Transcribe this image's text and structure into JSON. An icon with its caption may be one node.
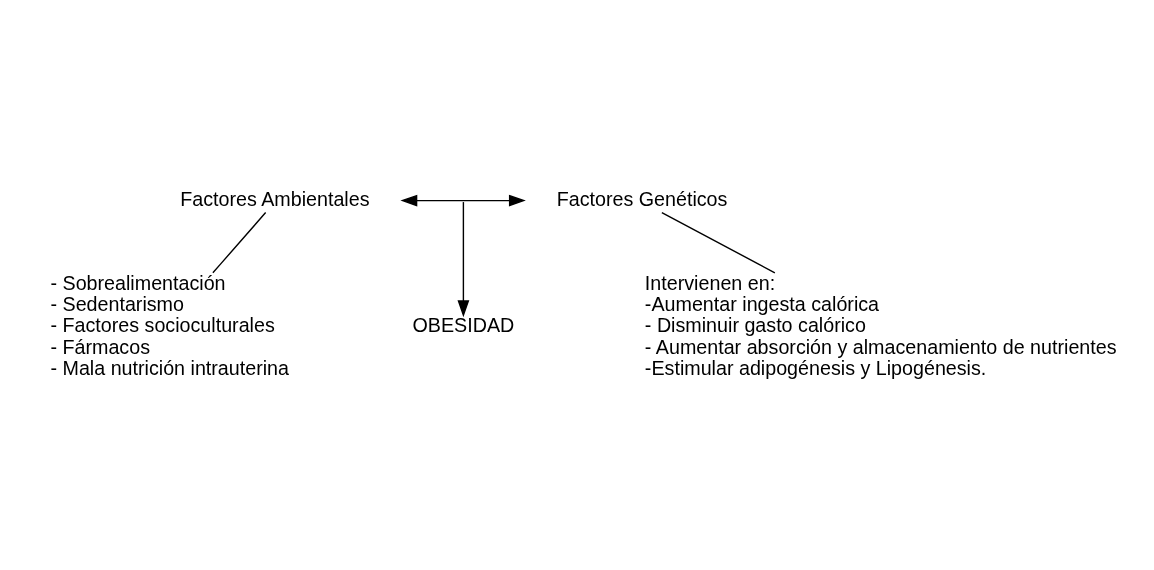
{
  "diagram": {
    "nodes": [
      {
        "text": [
          "Factores Ambientales"
        ]
      },
      {
        "text": [
          "Factores Genéticos"
        ]
      },
      {
        "text": [
          "OBESIDAD"
        ]
      },
      {
        "text": [
          "- Sobrealimentación",
          "- Sedentarismo",
          "- Factores socioculturales",
          "- Fármacos",
          "- Mala nutrición intrauterina"
        ]
      },
      {
        "text": [
          "Intervienen en:",
          "-Aumentar ingesta calórica",
          "- Disminuir gasto calórico",
          "- Aumentar absorción y almacenamiento de nutrientes",
          "-Estimular adipogénesis y Lipogénesis."
        ]
      }
    ],
    "edges": [
      {
        "from": 0,
        "to": 1,
        "arrow": "both"
      },
      {
        "from": null,
        "to": 2,
        "arrow": "to"
      },
      {
        "from": 0,
        "to": 3,
        "arrow": "none"
      },
      {
        "from": 1,
        "to": 4,
        "arrow": "none"
      }
    ]
  }
}
